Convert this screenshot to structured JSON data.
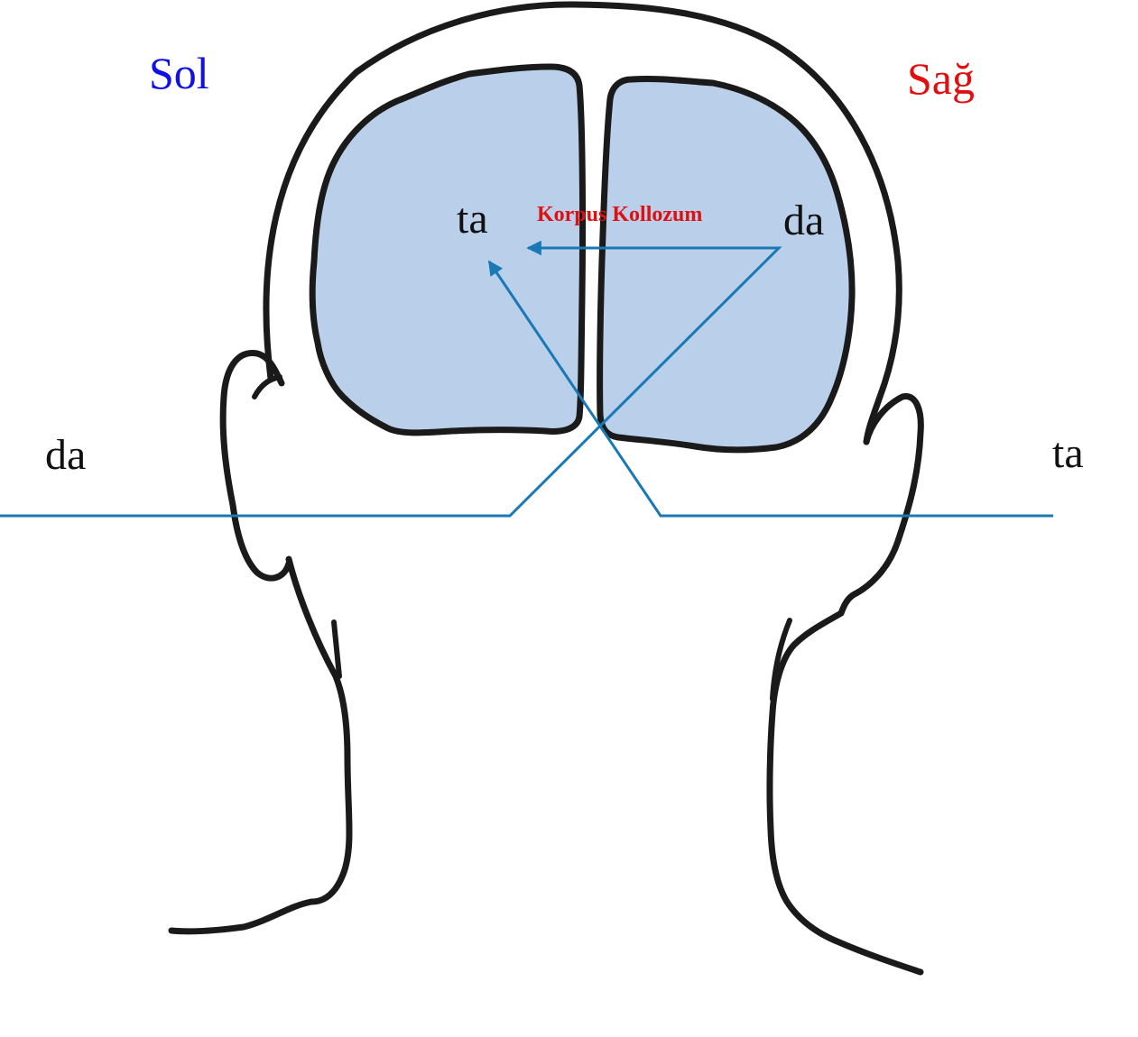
{
  "labels": {
    "left_hemisphere": "Sol",
    "right_hemisphere": "Sağ",
    "corpus_callosum": "Korpus Kollozum",
    "brain_left_sound": "ta",
    "brain_right_sound": "da",
    "left_ear_sound": "da",
    "right_ear_sound": "ta"
  },
  "colors": {
    "left_label": "#1010e6",
    "right_label": "#e01010",
    "corpus_label": "#e01010",
    "text": "#111111",
    "outline": "#1a1a1a",
    "hemisphere_fill": "#b9cfea",
    "pathway": "#1a78b4"
  }
}
